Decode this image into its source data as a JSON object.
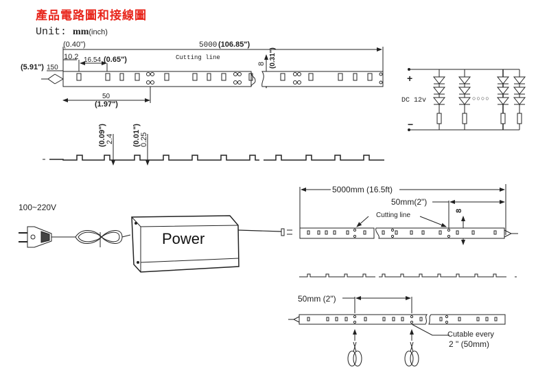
{
  "title": "產品電路圖和接線圖",
  "unit": {
    "label": "Unit:",
    "mm": "mm",
    "inch": "(inch)"
  },
  "top_strip": {
    "length_mm": "5000",
    "length_in": "(106.85\")",
    "offset_in": "(0.40\")",
    "offset_mm": "10.2",
    "led_pitch_mm": "16.54",
    "led_pitch_in": "(0.65\")",
    "lead_mm": "150",
    "lead_in": "(5.91\")",
    "segment_mm": "50",
    "segment_in": "(1.97\")",
    "width_mm": "8",
    "width_in": "(0.31\")",
    "cutting_label": "Cutting line"
  },
  "side_profile": {
    "height_mm": "2.4",
    "height_in": "(0.09\")",
    "pcb_mm": "0.25",
    "pcb_in": "(0.01\")"
  },
  "circuit": {
    "positive": "+",
    "negative": "−",
    "supply_label": "DC 12v",
    "ellipsis": "○○○○"
  },
  "wiring": {
    "input_voltage": "100~220V",
    "power_label": "Power",
    "total_length": "5000mm (16.5ft)",
    "segment_length": "50mm(2\")",
    "width_mark": "8",
    "cutting_label": "Cutting line"
  },
  "cut_detail": {
    "segment_length": "50mm (2\")",
    "note_line1": "Cutable every",
    "note_line2": "2 \" (50mm)"
  }
}
